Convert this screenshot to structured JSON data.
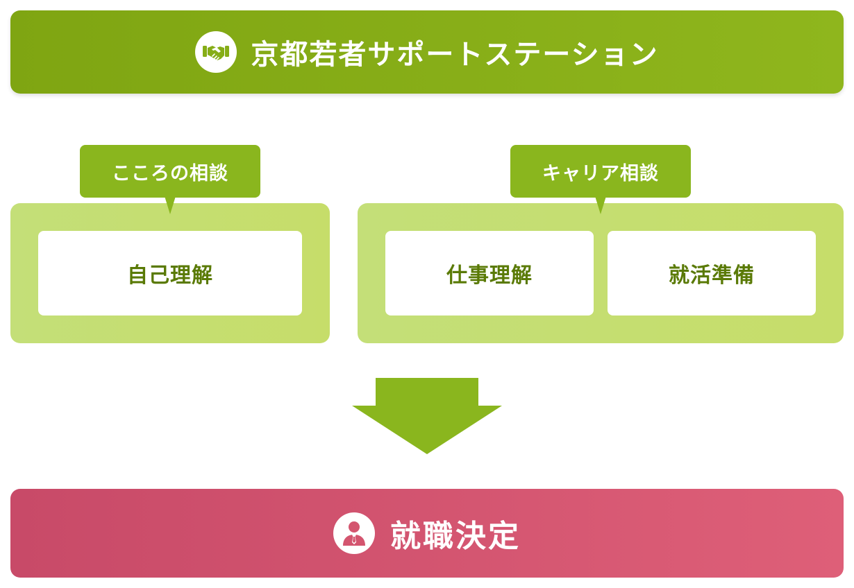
{
  "top_banner": {
    "title": "京都若者サポートステーション",
    "icon": "handshake-icon"
  },
  "categories": {
    "kokoro": {
      "label": "こころの相談",
      "items": [
        "自己理解"
      ]
    },
    "career": {
      "label": "キャリア相談",
      "items": [
        "仕事理解",
        "就活準備"
      ]
    }
  },
  "bottom_banner": {
    "title": "就職決定",
    "icon": "person-icon"
  },
  "colors": {
    "top_green": "#86ad17",
    "label_green": "#8ab61e",
    "panel_green": "#c5de72",
    "card_text": "#5a7a06",
    "bottom_pink": "#d4556f"
  }
}
